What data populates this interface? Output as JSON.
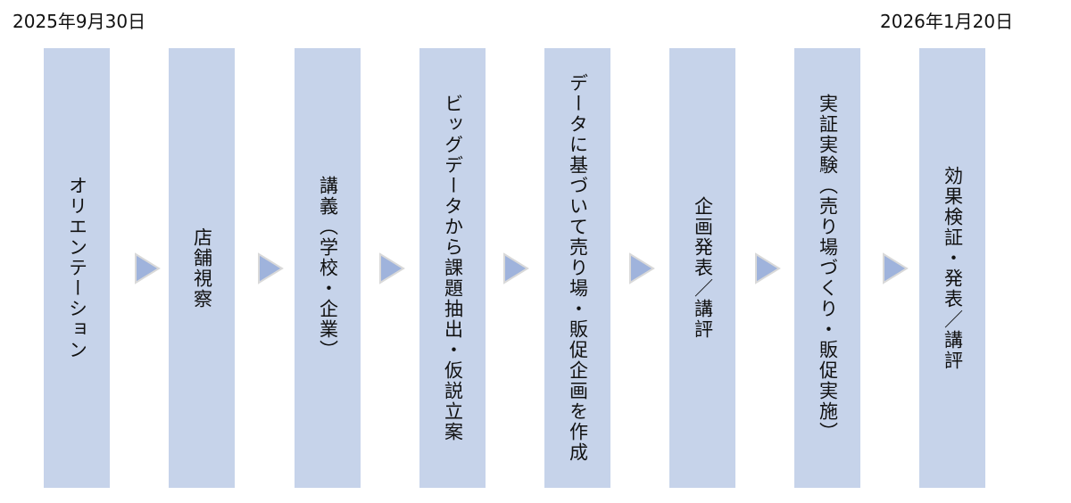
{
  "start_date": "2025年9月30日",
  "end_date": "2026年1月20日",
  "colors": {
    "box": "#c6d3ea",
    "arrow_fill": "#9fb3dc",
    "arrow_outline": "#d9d9d9"
  },
  "steps": [
    {
      "label": "オリエンテーション"
    },
    {
      "label": "店舗視察"
    },
    {
      "label": "講義（学校・企業）"
    },
    {
      "label": "ビッグデータから課題抽出・仮説立案"
    },
    {
      "label": "データに基づいて売り場・販促企画を作成"
    },
    {
      "label": "企画発表／講評"
    },
    {
      "label": "実証実験（売り場づくり・販促実施）"
    },
    {
      "label": "効果検証・発表／講評"
    }
  ]
}
